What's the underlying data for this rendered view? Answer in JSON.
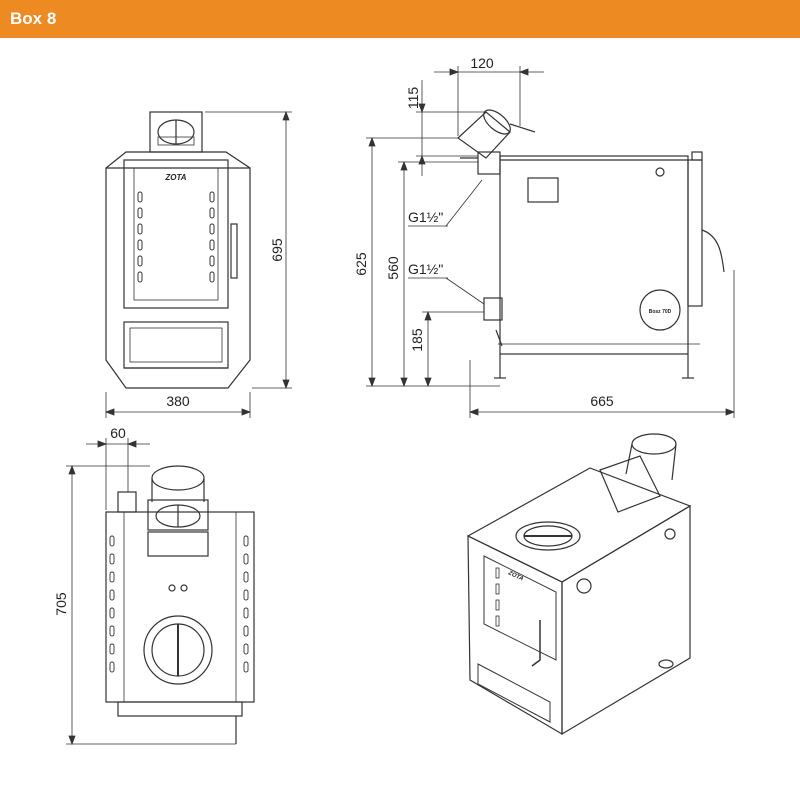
{
  "header": {
    "title": "Box 8",
    "color": "#ee8a22"
  },
  "front_view": {
    "width_label": "380",
    "height_label": "695",
    "logo_text": "ZOTA"
  },
  "side_view": {
    "outlet_width_label": "120",
    "outlet_height_label": "115",
    "overall_height_label": "625",
    "connection_height_label": "560",
    "return_height_label": "185",
    "flow_connection_label": "G1½\"",
    "return_connection_label": "G1½\"",
    "depth_label": "665",
    "plate_text": "Bosz 70D"
  },
  "top_view": {
    "flue_offset_label": "60",
    "depth_label": "705"
  },
  "iso_view": {
    "logo_text": "ZOTA"
  }
}
